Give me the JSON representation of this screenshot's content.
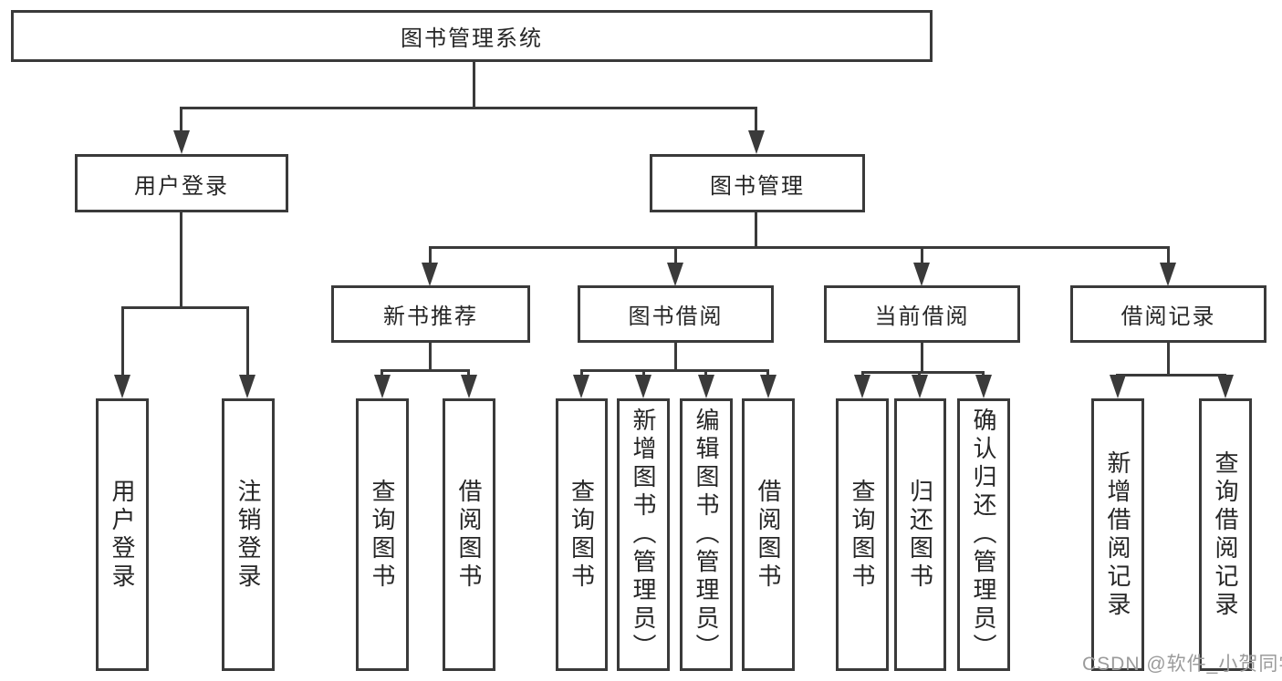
{
  "colors": {
    "line": "#3a3a3a",
    "text": "#262626",
    "fill": "#ffffff",
    "bg": "#ffffff",
    "wm": "#9b9b9b"
  },
  "watermark": {
    "text": "CSDN @软件_小贺同学"
  },
  "diagram": {
    "type": "hierarchy-tree",
    "root": {
      "label": "图书管理系统"
    },
    "branches": [
      {
        "label": "用户登录",
        "children": [
          {
            "label": "用户登录"
          },
          {
            "label": "注销登录"
          }
        ]
      },
      {
        "label": "图书管理",
        "children": [
          {
            "label": "新书推荐",
            "children": [
              {
                "label": "查询图书"
              },
              {
                "label": "借阅图书"
              }
            ]
          },
          {
            "label": "图书借阅",
            "children": [
              {
                "label": "查询图书"
              },
              {
                "label": "新增图书（管理员）"
              },
              {
                "label": "编辑图书（管理员）"
              },
              {
                "label": "借阅图书"
              }
            ]
          },
          {
            "label": "当前借阅",
            "children": [
              {
                "label": "查询图书"
              },
              {
                "label": "归还图书"
              },
              {
                "label": "确认归还（管理员）"
              }
            ]
          },
          {
            "label": "借阅记录",
            "children": [
              {
                "label": "新增借阅记录"
              },
              {
                "label": "查询借阅记录"
              }
            ]
          }
        ]
      }
    ]
  }
}
